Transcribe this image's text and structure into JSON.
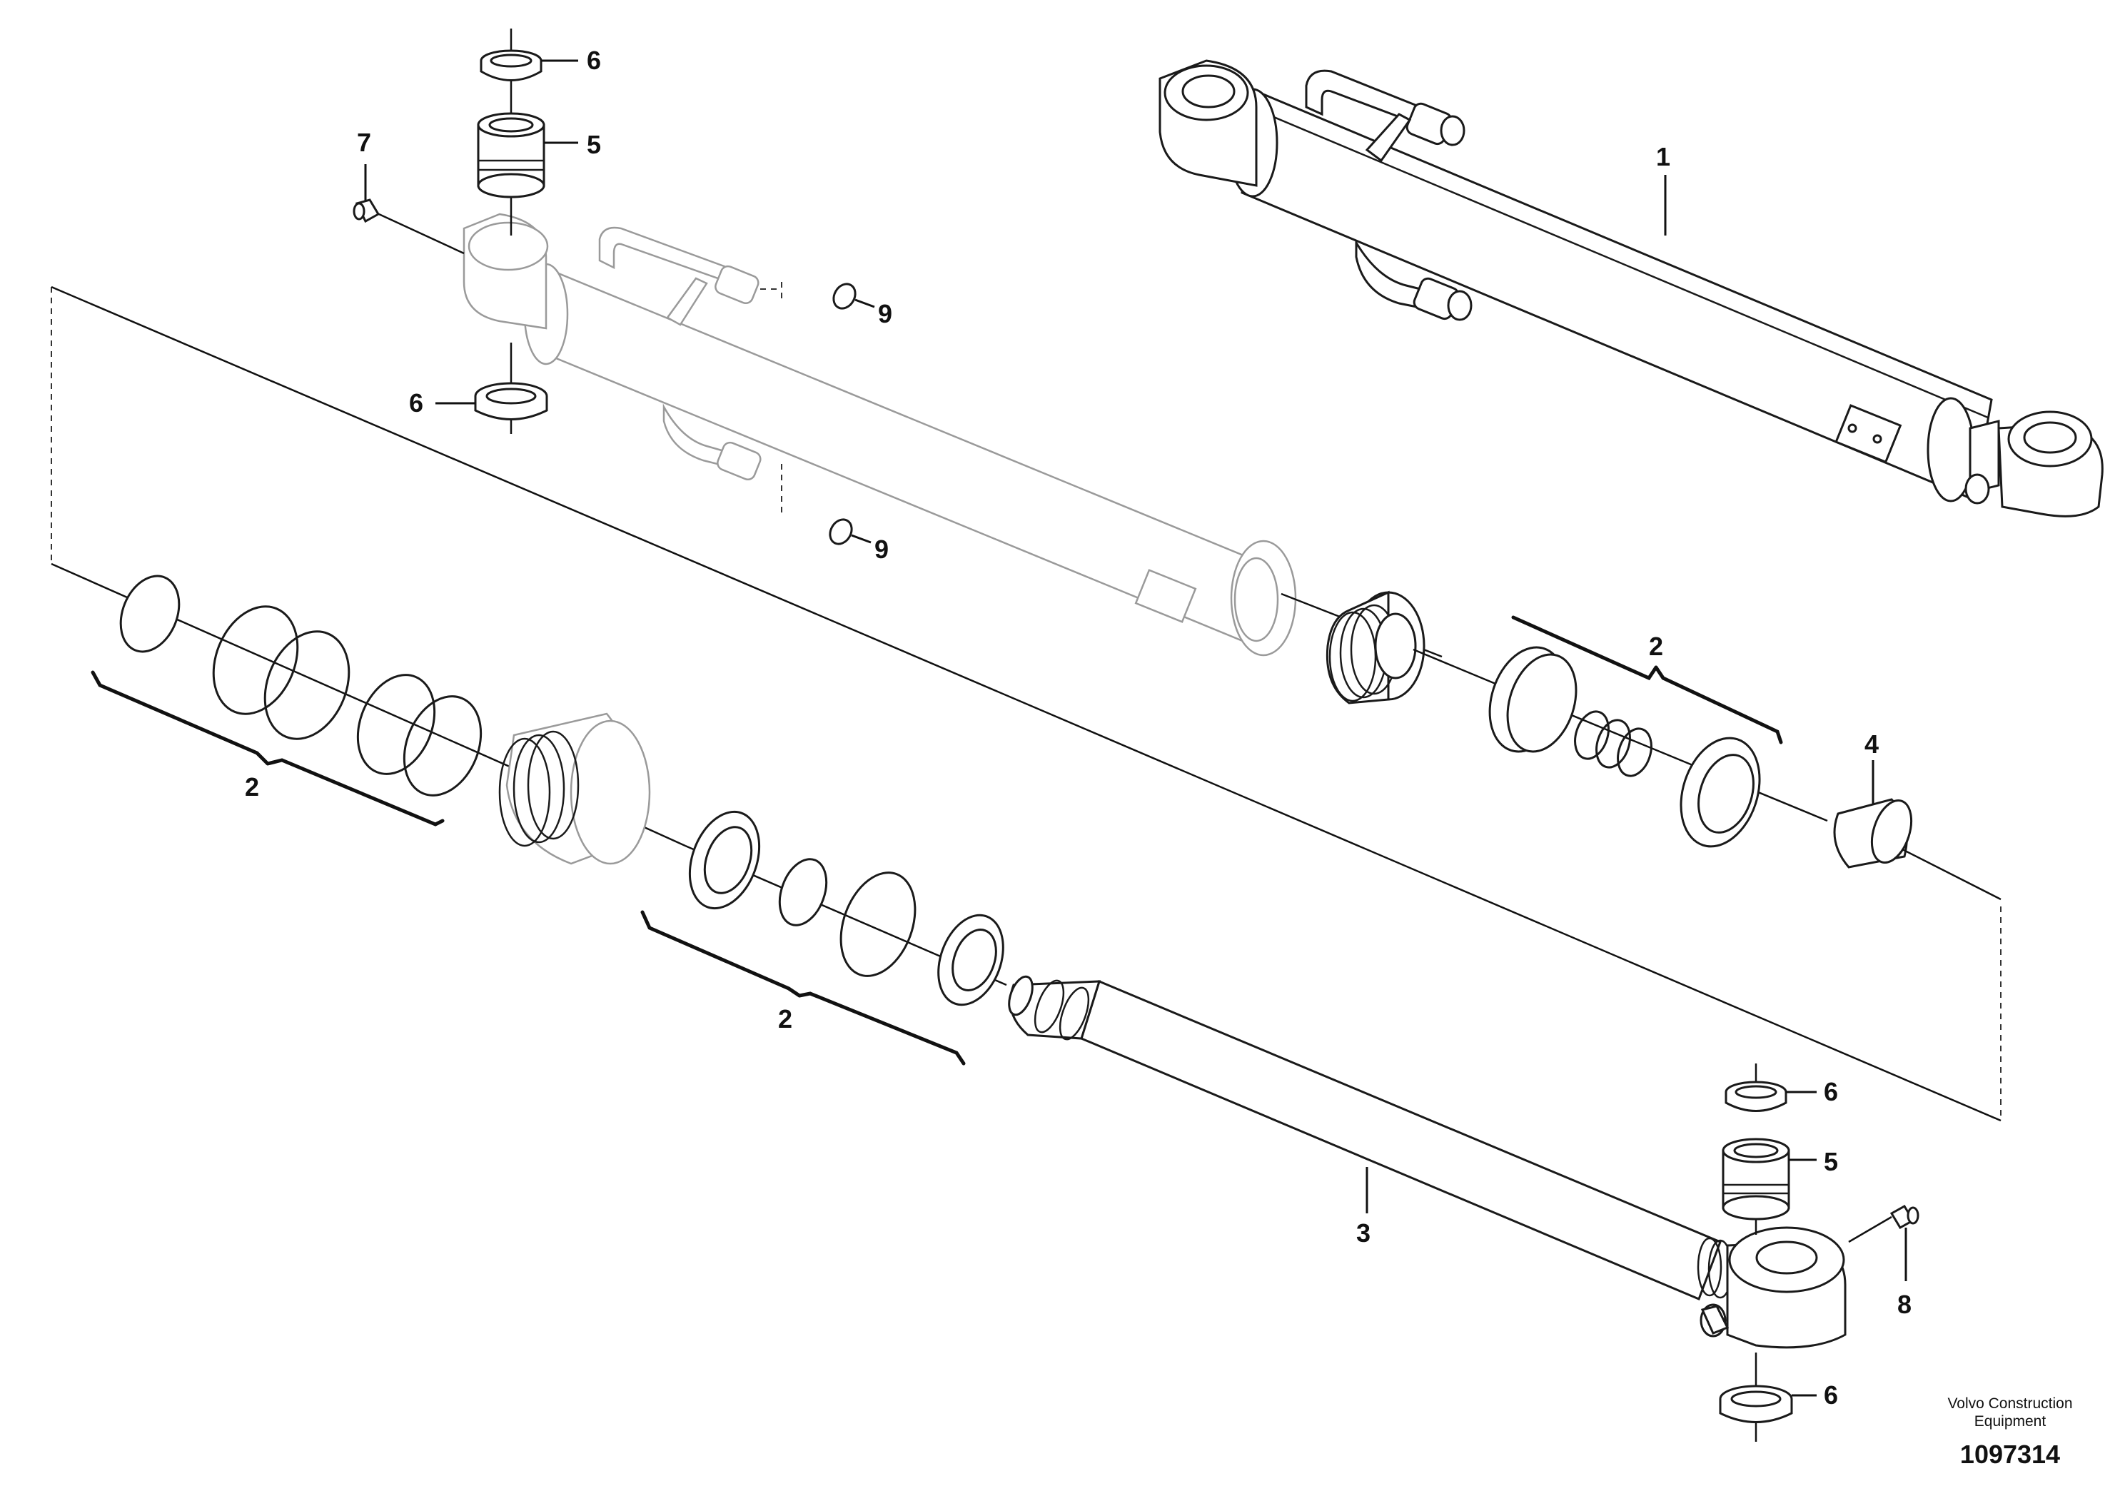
{
  "callouts": [
    {
      "id": "c1",
      "text": "1"
    },
    {
      "id": "c2a",
      "text": "2"
    },
    {
      "id": "c2b",
      "text": "2"
    },
    {
      "id": "c2c",
      "text": "2"
    },
    {
      "id": "c3",
      "text": "3"
    },
    {
      "id": "c4",
      "text": "4"
    },
    {
      "id": "c5a",
      "text": "5"
    },
    {
      "id": "c5b",
      "text": "5"
    },
    {
      "id": "c6a",
      "text": "6"
    },
    {
      "id": "c6b",
      "text": "6"
    },
    {
      "id": "c6c",
      "text": "6"
    },
    {
      "id": "c6d",
      "text": "6"
    },
    {
      "id": "c7",
      "text": "7"
    },
    {
      "id": "c8",
      "text": "8"
    },
    {
      "id": "c9a",
      "text": "9"
    },
    {
      "id": "c9b",
      "text": "9"
    }
  ],
  "brand": {
    "line1": "Volvo Construction",
    "line2": "Equipment"
  },
  "drawing_number": "1097314"
}
